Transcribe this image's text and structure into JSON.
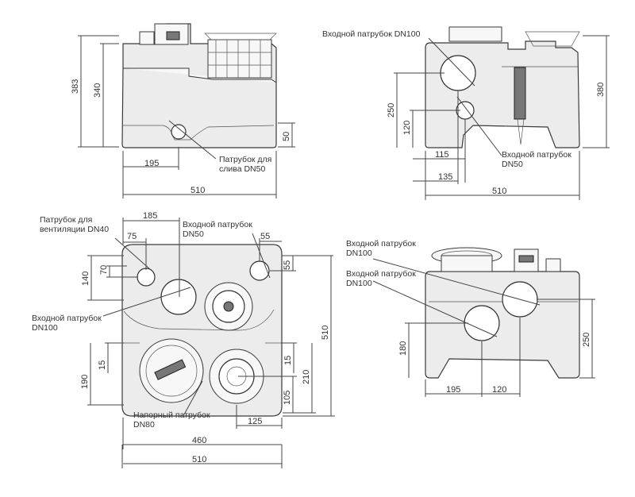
{
  "views": {
    "front": {
      "dims": {
        "h383": "383",
        "h340": "340",
        "h50": "50",
        "w195": "195",
        "w510": "510"
      },
      "labels": {
        "drain_line1": "Патрубок для",
        "drain_line2": "слива DN50"
      }
    },
    "side": {
      "dims": {
        "h250": "250",
        "h120": "120",
        "h380": "380",
        "w115": "115",
        "w135": "135",
        "w510": "510"
      },
      "labels": {
        "inlet100": "Входной патрубок DN100",
        "inlet50_line1": "Входной патрубок",
        "inlet50_line2": "DN50"
      }
    },
    "top": {
      "dims": {
        "d185": "185",
        "d75": "75",
        "d55": "55",
        "d140": "140",
        "d70": "70",
        "d55v": "55",
        "d15l": "15",
        "d190": "190",
        "d15r": "15",
        "d105": "105",
        "d210": "210",
        "d510v": "510",
        "d125": "125",
        "d460": "460",
        "d510": "510"
      },
      "labels": {
        "vent_line1": "Патрубок для",
        "vent_line2": "вентиляции DN40",
        "in50_line1": "Входной патрубок",
        "in50_line2": "DN50",
        "in100_line1": "Входной патрубок",
        "in100_line2": "DN100",
        "press_line1": "Напорный патрубок",
        "press_line2": "DN80"
      }
    },
    "rear": {
      "dims": {
        "h180": "180",
        "h250": "250",
        "w195": "195",
        "w120": "120"
      },
      "labels": {
        "inA_line1": "Входной патрубок",
        "inA_line2": "DN100",
        "inB_line1": "Входной патрубок",
        "inB_line2": "DN100"
      }
    }
  }
}
